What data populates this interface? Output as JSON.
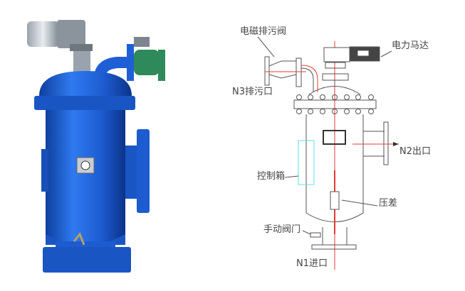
{
  "labels": {
    "solenoid_valve": "电磁排污阀",
    "motor": "电力马达",
    "n3_drain": "N3排污口",
    "n2_outlet": "N2出口",
    "control_box": "控制箱",
    "differential_pressure": "压差",
    "manual_valve": "手动阀门",
    "n1_inlet": "N1进口"
  },
  "colors": {
    "body_blue": "#1f5fd6",
    "valve_green": "#2e8a5a",
    "center_line": "#e53935",
    "control_box": "#5ee0e6"
  }
}
